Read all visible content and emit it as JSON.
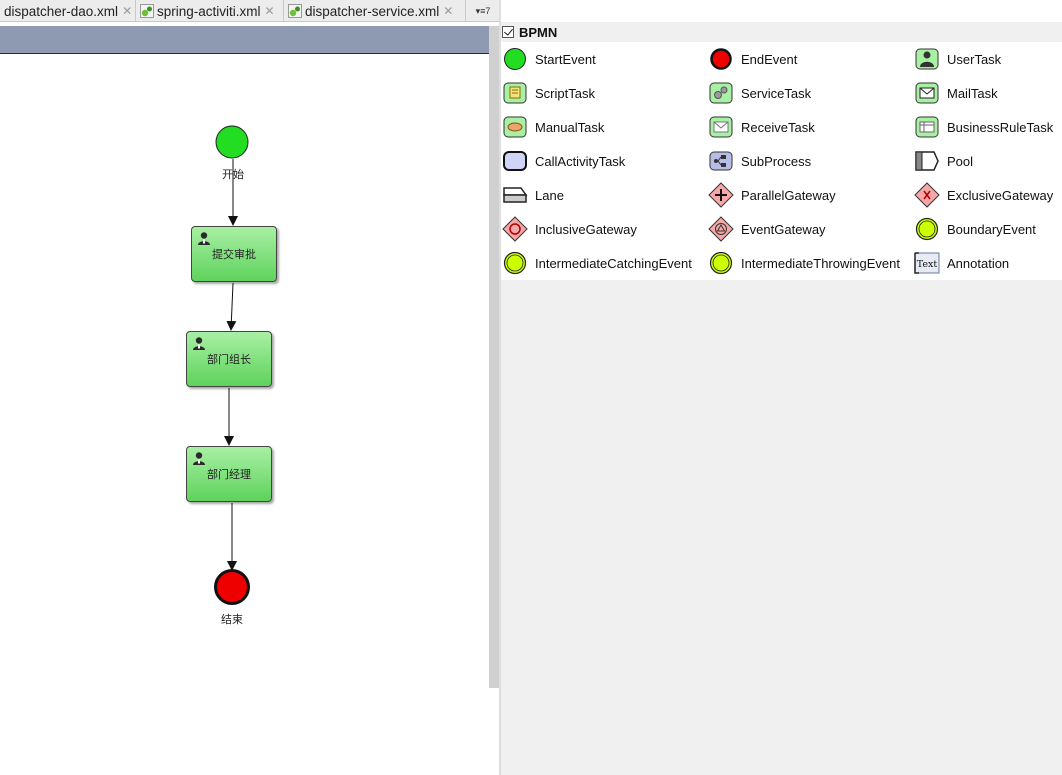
{
  "tabs": [
    {
      "label": "dispatcher-dao.xml",
      "has_icon": false
    },
    {
      "label": "spring-activiti.xml",
      "has_icon": true
    },
    {
      "label": "dispatcher-service.xml",
      "has_icon": true
    }
  ],
  "tab_overflow": "▾≡7",
  "diagram": {
    "start_label": "开始",
    "end_label": "结束",
    "tasks": [
      "提交审批",
      "部门组长",
      "部门经理"
    ]
  },
  "palette": {
    "title": "BPMN",
    "checked": true,
    "items": [
      {
        "label": "StartEvent",
        "icon": "start-event-icon"
      },
      {
        "label": "EndEvent",
        "icon": "end-event-icon"
      },
      {
        "label": "UserTask",
        "icon": "user-task-icon"
      },
      {
        "label": "ScriptTask",
        "icon": "script-task-icon"
      },
      {
        "label": "ServiceTask",
        "icon": "service-task-icon"
      },
      {
        "label": "MailTask",
        "icon": "mail-task-icon"
      },
      {
        "label": "ManualTask",
        "icon": "manual-task-icon"
      },
      {
        "label": "ReceiveTask",
        "icon": "receive-task-icon"
      },
      {
        "label": "BusinessRuleTask",
        "icon": "business-rule-task-icon"
      },
      {
        "label": "CallActivityTask",
        "icon": "call-activity-task-icon"
      },
      {
        "label": "SubProcess",
        "icon": "subprocess-icon"
      },
      {
        "label": "Pool",
        "icon": "pool-icon"
      },
      {
        "label": "Lane",
        "icon": "lane-icon"
      },
      {
        "label": "ParallelGateway",
        "icon": "parallel-gateway-icon"
      },
      {
        "label": "ExclusiveGateway",
        "icon": "exclusive-gateway-icon"
      },
      {
        "label": "InclusiveGateway",
        "icon": "inclusive-gateway-icon"
      },
      {
        "label": "EventGateway",
        "icon": "event-gateway-icon"
      },
      {
        "label": "BoundaryEvent",
        "icon": "boundary-event-icon"
      },
      {
        "label": "IntermediateCatchingEvent",
        "icon": "intermediate-catching-event-icon"
      },
      {
        "label": "IntermediateThrowingEvent",
        "icon": "intermediate-throwing-event-icon"
      },
      {
        "label": "Annotation",
        "icon": "annotation-icon",
        "icon_text": "Text"
      }
    ]
  },
  "colors": {
    "start": "#22dd22",
    "end": "#ee0000",
    "task_top": "#a8f0a4",
    "task_bottom": "#5fd25c",
    "canvas_header": "#8d9ab2",
    "intermediate": "#ccff00"
  }
}
